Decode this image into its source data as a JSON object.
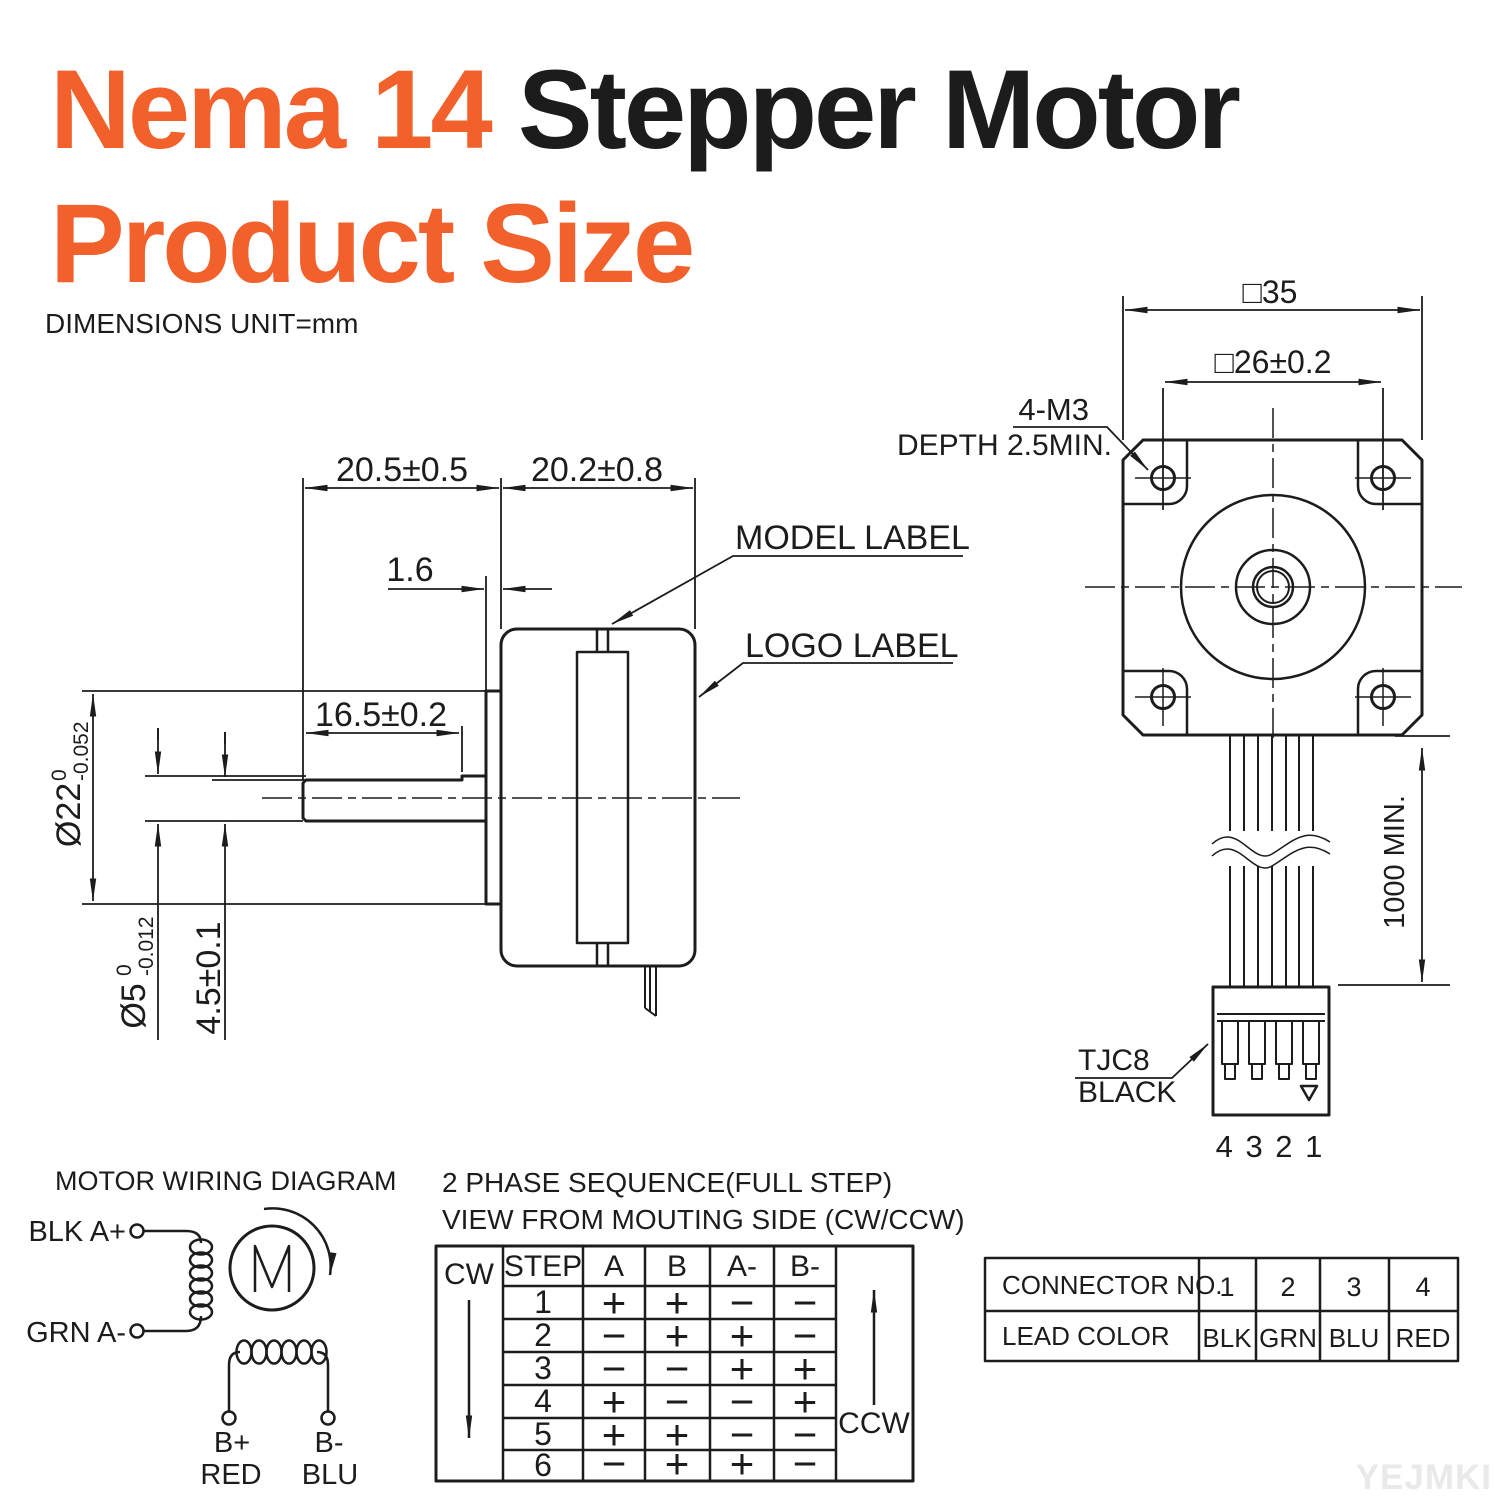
{
  "colors": {
    "accent": "#F2612C",
    "ink": "#1C1C1C",
    "watermark_gray": "#E9E9E9"
  },
  "title": {
    "accent_part": "Nema 14",
    "black_part": " Stepper Motor",
    "line2": "Product Size"
  },
  "units_note": "DIMENSIONS UNIT=mm",
  "side_view": {
    "dim_shaft_length": "20.5±0.5",
    "dim_body_length": "20.2±0.8",
    "dim_flange_thickness": "1.6",
    "dim_flat_length": "16.5±0.2",
    "dim_pilot_diameter": {
      "value": "Ø22",
      "tol_upper": "0",
      "tol_lower": "-0.052"
    },
    "dim_shaft_diameter": {
      "value": "Ø5",
      "tol_upper": "0",
      "tol_lower": "-0.012"
    },
    "dim_flat_height": "4.5±0.1",
    "label_model": "MODEL LABEL",
    "label_logo": "LOGO LABEL"
  },
  "front_view": {
    "dim_body_square": "□35",
    "dim_hole_spacing": "□26±0.2",
    "label_mount_holes_1": "4-M3",
    "label_mount_holes_2": "DEPTH 2.5MIN.",
    "dim_cable_length": "1000 MIN.",
    "label_connector_1": "TJC8",
    "label_connector_2": "BLACK",
    "label_pin_numbers": "4 3 2 1"
  },
  "wiring_diagram": {
    "title": "MOTOR WIRING  DIAGRAM",
    "terminal_a_plus": "BLK  A+",
    "terminal_a_minus": "GRN  A-",
    "terminal_b_plus": "B+",
    "terminal_b_plus_color": "RED",
    "terminal_b_minus": "B-",
    "terminal_b_minus_color": "BLU"
  },
  "phase_sequence": {
    "title_line1": "2 PHASE SEQUENCE(FULL STEP)",
    "title_line2": "VIEW FROM MOUTING SIDE (CW/CCW)",
    "direction_cw": "CW",
    "direction_ccw": "CCW",
    "headers": [
      "STEP",
      "A",
      "B",
      "A-",
      "B-"
    ],
    "rows": [
      {
        "step": "1",
        "a": "+",
        "b": "+",
        "a_neg": "−",
        "b_neg": "−"
      },
      {
        "step": "2",
        "a": "−",
        "b": "+",
        "a_neg": "+",
        "b_neg": "−"
      },
      {
        "step": "3",
        "a": "−",
        "b": "−",
        "a_neg": "+",
        "b_neg": "+"
      },
      {
        "step": "4",
        "a": "+",
        "b": "−",
        "a_neg": "−",
        "b_neg": "+"
      },
      {
        "step": "5",
        "a": "+",
        "b": "+",
        "a_neg": "−",
        "b_neg": "−"
      },
      {
        "step": "6",
        "a": "−",
        "b": "+",
        "a_neg": "+",
        "b_neg": "−"
      }
    ]
  },
  "connector_table": {
    "row1_label": "CONNECTOR NO.",
    "row2_label": "LEAD COLOR",
    "connector_numbers": [
      "1",
      "2",
      "3",
      "4"
    ],
    "lead_colors": [
      "BLK",
      "GRN",
      "BLU",
      "RED"
    ]
  },
  "watermark": "YEJMKI"
}
